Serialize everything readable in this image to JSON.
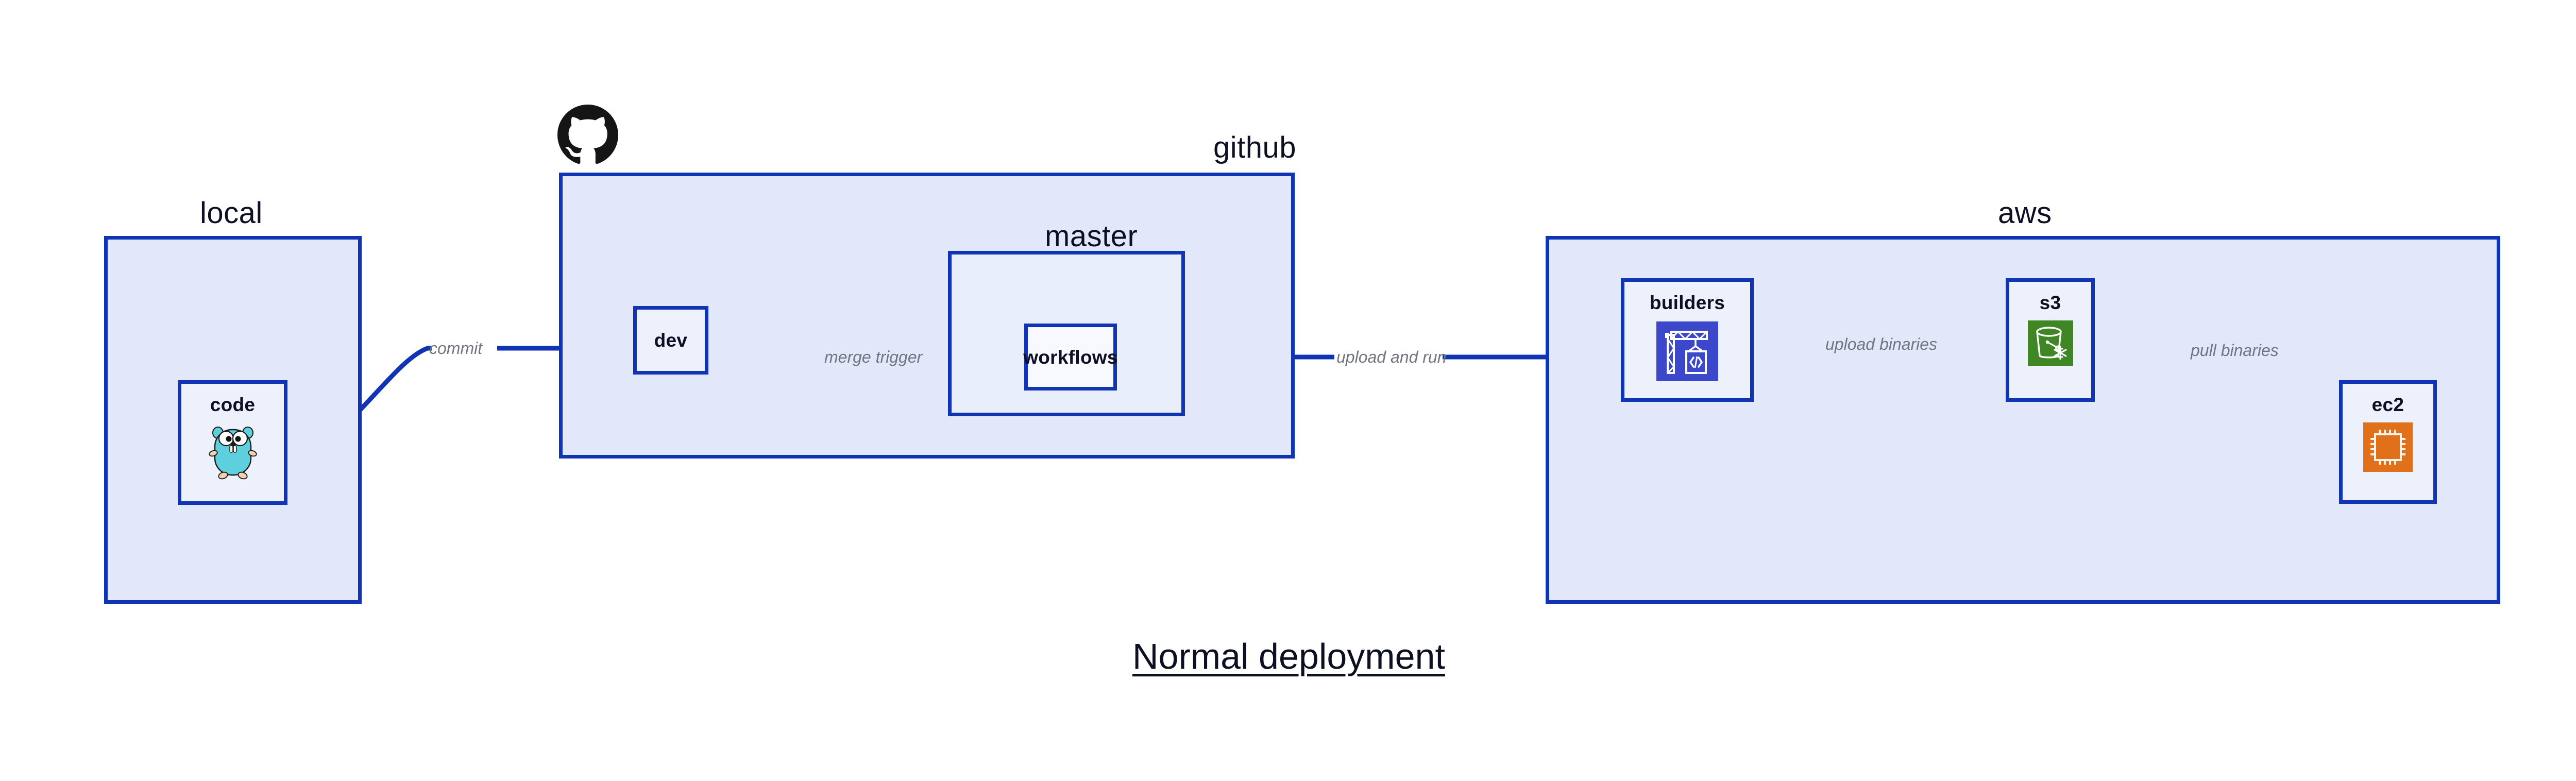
{
  "diagram": {
    "title": "Normal deployment",
    "background": "#ffffff",
    "edge_color": "#0f34b5",
    "group_fill": "#e2e7fa",
    "subgroup_fill": "#e9eefb",
    "node_fill": "#edf1fc",
    "label_color": "#70757f",
    "text_color": "#0d1023"
  },
  "groups": {
    "local": {
      "label": "local"
    },
    "github": {
      "label": "github",
      "logo": "github-octocat-icon"
    },
    "master": {
      "label": "master"
    },
    "aws": {
      "label": "aws"
    }
  },
  "nodes": {
    "code": {
      "label": "code",
      "icon": "golang-gopher-icon",
      "icon_color": "#5ecfdd"
    },
    "dev": {
      "label": "dev",
      "icon": "none",
      "icon_color": ""
    },
    "workflows": {
      "label": "workflows",
      "icon": "none",
      "icon_color": ""
    },
    "builders": {
      "label": "builders",
      "icon": "aws-codebuild-icon",
      "icon_color": "#3b48cc"
    },
    "s3": {
      "label": "s3",
      "icon": "aws-s3-glacier-icon",
      "icon_color": "#3f8624"
    },
    "ec2": {
      "label": "ec2",
      "icon": "aws-ec2-chip-icon",
      "icon_color": "#e0701a"
    }
  },
  "edges": [
    {
      "id": "code-to-dev",
      "label": "commit",
      "from": "code",
      "to": "dev"
    },
    {
      "id": "dev-to-workflows",
      "label": "merge trigger",
      "from": "dev",
      "to": "workflows"
    },
    {
      "id": "workflows-to-builders",
      "label": "upload and run",
      "from": "workflows",
      "to": "builders"
    },
    {
      "id": "builders-to-s3",
      "label": "upload binaries",
      "from": "builders",
      "to": "s3"
    },
    {
      "id": "s3-to-ec2",
      "label": "pull binaries",
      "from": "s3",
      "to": "ec2"
    }
  ]
}
